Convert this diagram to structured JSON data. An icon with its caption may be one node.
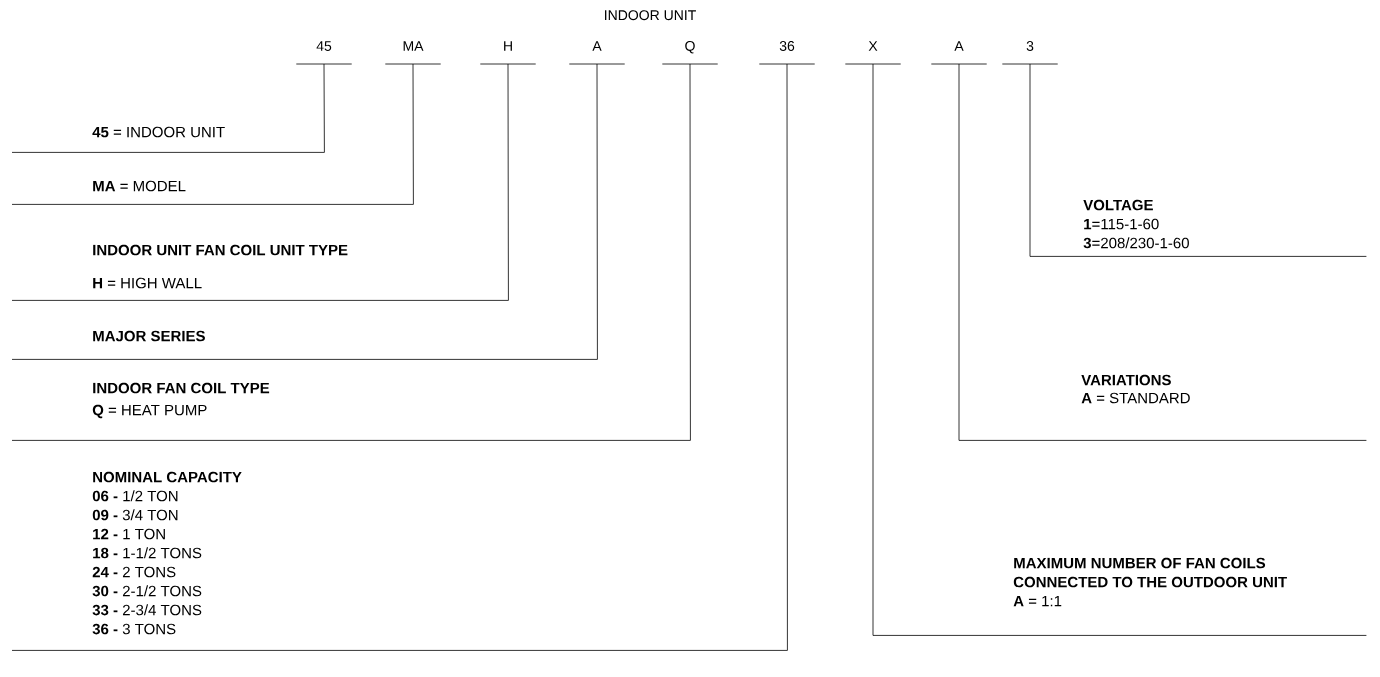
{
  "diagram": {
    "nodes": [
      {
        "text": [
          "45"
        ]
      },
      {
        "text": [
          "MA"
        ]
      },
      {
        "text": [
          "H"
        ]
      },
      {
        "text": [
          "A"
        ]
      },
      {
        "text": [
          "Q"
        ]
      },
      {
        "text": [
          "36"
        ]
      },
      {
        "text": [
          "X"
        ]
      },
      {
        "text": [
          "A"
        ]
      },
      {
        "text": [
          "3"
        ]
      },
      {
        "text": [
          "**45** = INDOOR UNIT"
        ]
      },
      {
        "text": [
          "**MA** = MODEL"
        ]
      },
      {
        "text": [
          "INDOOR UNIT FAN COIL UNIT TYPE",
          "**H** = HIGH WALL"
        ]
      },
      {
        "text": [
          "MAJOR SERIES"
        ]
      },
      {
        "text": [
          "INDOOR FAN COIL TYPE",
          "**Q** = HEAT PUMP"
        ]
      },
      {
        "text": [
          "NOMINAL CAPACITY",
          "**06 -** 1/2 TON",
          "**09 -** 3/4 TON",
          "**12 -** 1 TON",
          "**18 -** 1-1/2 TONS",
          "**24 -** 2 TONS",
          "**30 -** 2-1/2 TONS",
          "**33 -** 2-3/4 TONS",
          "**36 -** 3 TONS"
        ]
      },
      {
        "text": [
          "MAXIMUM NUMBER OF FAN COILS CONNECTED TO THE OUTDOOR UNIT",
          "**A** = 1:1"
        ]
      },
      {
        "text": [
          "VARIATIONS",
          "**A** = STANDARD"
        ]
      },
      {
        "text": [
          "VOLTAGE",
          "**1**=115-1-60",
          "**3**=208/230-1-60"
        ]
      }
    ],
    "edges": [
      {
        "from": 0,
        "to": 9,
        "arrow": "none"
      },
      {
        "from": 1,
        "to": 10,
        "arrow": "none"
      },
      {
        "from": 2,
        "to": 11,
        "arrow": "none"
      },
      {
        "from": 3,
        "to": 12,
        "arrow": "none"
      },
      {
        "from": 4,
        "to": 13,
        "arrow": "none"
      },
      {
        "from": 5,
        "to": 14,
        "arrow": "none"
      },
      {
        "from": 6,
        "to": 15,
        "arrow": "none"
      },
      {
        "from": 7,
        "to": 16,
        "arrow": "none"
      },
      {
        "from": 8,
        "to": 17,
        "arrow": "none"
      }
    ],
    "labels": [
      "INDOOR UNIT"
    ]
  }
}
